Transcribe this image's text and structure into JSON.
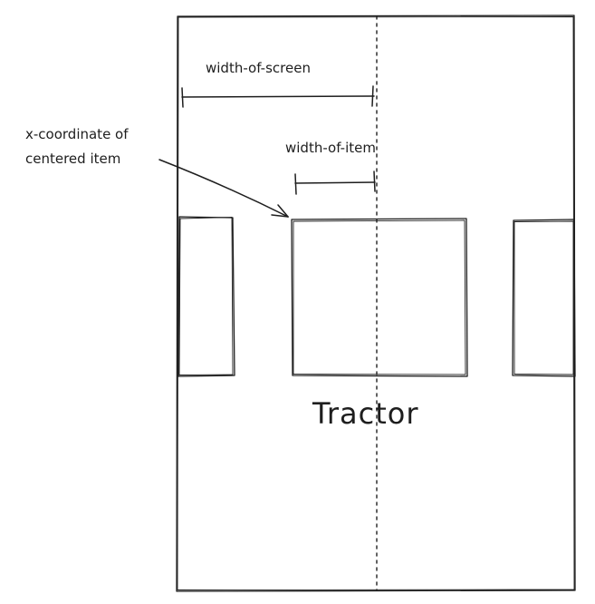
{
  "labels": {
    "screen_width": "width-of-screen",
    "item_width": "width-of-item",
    "x_coordinate_line1": "x-coordinate of",
    "x_coordinate_line2": "centered item",
    "item_title": "Tractor"
  }
}
